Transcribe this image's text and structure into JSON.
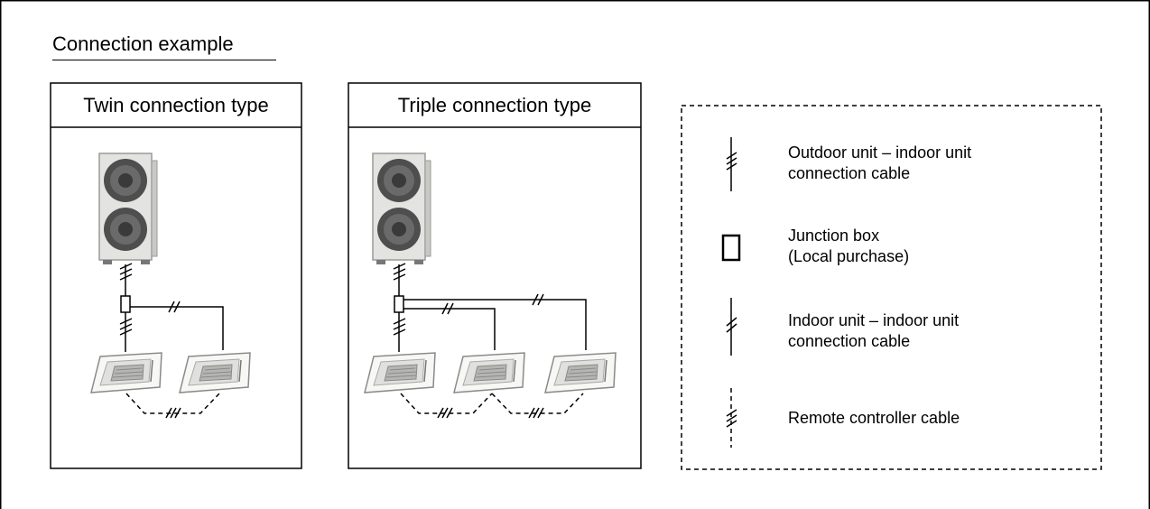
{
  "heading": "Connection example",
  "panels": {
    "twin": {
      "title": "Twin connection type"
    },
    "triple": {
      "title": "Triple connection type"
    }
  },
  "legend": {
    "items": [
      {
        "icon": "triple-slash-solid-line-icon",
        "line1": "Outdoor unit – indoor unit",
        "line2": "connection cable"
      },
      {
        "icon": "junction-box-icon",
        "line1": "Junction box",
        "line2": "(Local purchase)"
      },
      {
        "icon": "double-slash-solid-line-icon",
        "line1": "Indoor unit – indoor unit",
        "line2": "connection cable"
      },
      {
        "icon": "triple-slash-dashed-line-icon",
        "line1": "Remote controller cable",
        "line2": ""
      }
    ]
  }
}
